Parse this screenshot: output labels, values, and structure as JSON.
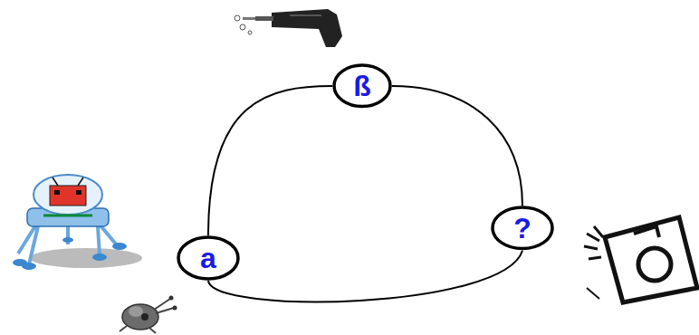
{
  "diagram": {
    "nodes": [
      {
        "text": [
          "ß"
        ]
      },
      {
        "text": [
          "a"
        ]
      },
      {
        "text": [
          "?"
        ]
      }
    ],
    "edges": [
      {
        "from": 1,
        "to": 0,
        "arrow": "none"
      },
      {
        "from": 0,
        "to": 2,
        "arrow": "none"
      },
      {
        "from": 1,
        "to": 2,
        "arrow": "none"
      }
    ]
  }
}
